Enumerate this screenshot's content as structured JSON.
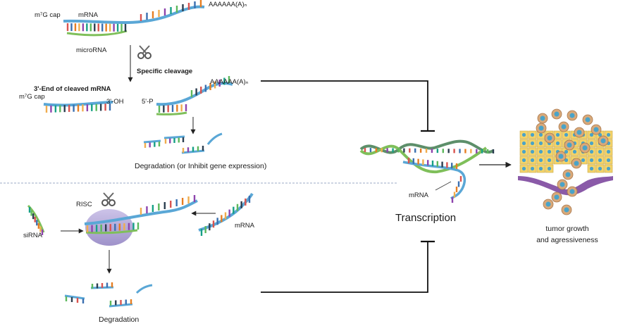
{
  "top_panel": {
    "m7g_cap": "m⁷G cap",
    "mrna": "mRNA",
    "poly_a": "AAAAAA(A)ₙ",
    "microrna": "microRNA",
    "specific_cleavage": "Specific cleavage",
    "three_end_title": "3'-End of cleaved mRNA",
    "m7g_cap_2": "m⁷G cap",
    "three_oh": "3'-OH",
    "five_p": "5'-P",
    "poly_a_2": "AAAAAA(A)ₙ",
    "degradation_inhibit": "Degradation (or Inhibit gene expression)"
  },
  "bottom_panel": {
    "risc": "RISC",
    "sirna": "siRNA",
    "mrna": "mRNA",
    "degradation": "Degradation"
  },
  "right_panel": {
    "mrna": "mRNA",
    "transcription": "Transcription",
    "tumor_line1": "tumor growth",
    "tumor_line2": "and agressiveness"
  },
  "colors": {
    "strand_blue": "#5aa7d6",
    "strand_green": "#7fbf5a",
    "risc_purple": "#a79bd0",
    "cell_yellow": "#f3d36a",
    "cell_nucleus": "#4aa3c8",
    "tumor_tan": "#d9a97a",
    "membrane_purple": "#8a5aa8"
  },
  "icons": [
    "scissors-icon",
    "scissors-icon",
    "inhibition-bar-icon",
    "arrow-icon"
  ]
}
